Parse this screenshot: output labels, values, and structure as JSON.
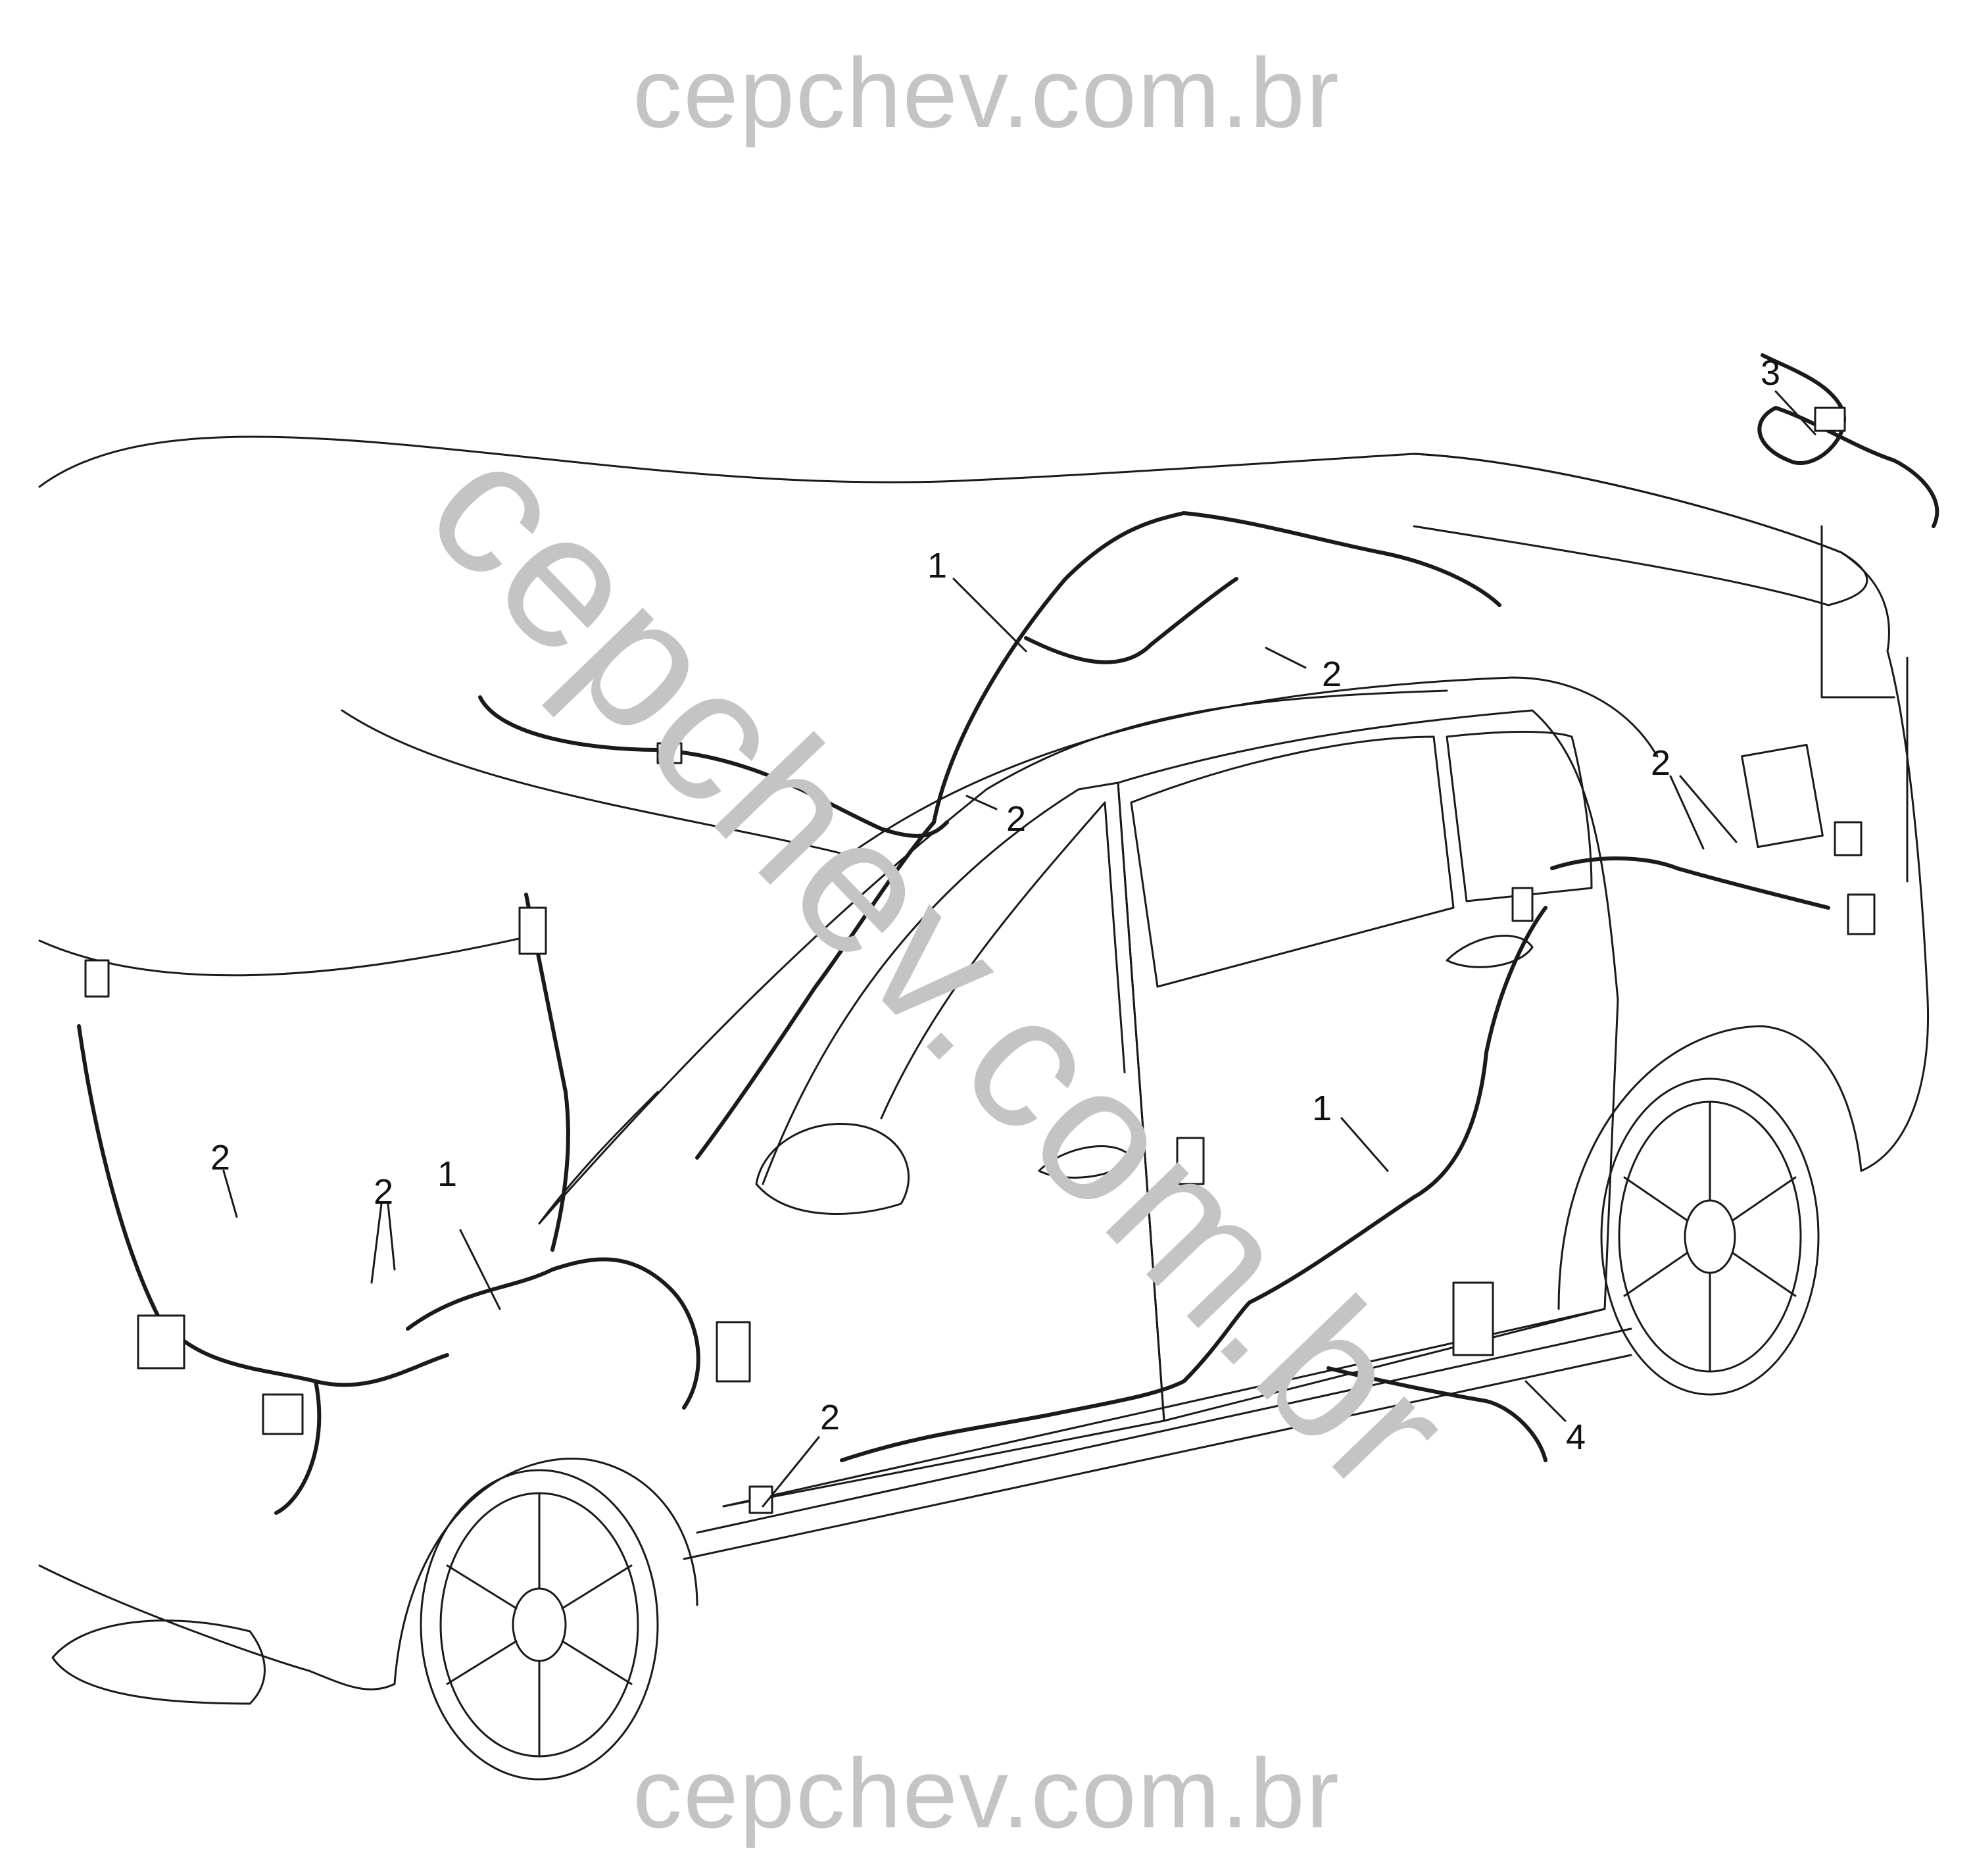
{
  "watermark": {
    "top": "cepchev.com.br",
    "diagonal": "cepchev.com.br",
    "bottom": "cepchev.com.br"
  },
  "callouts": {
    "a": "1",
    "b": "1",
    "c": "1",
    "d": "2",
    "e": "2",
    "f": "2",
    "g": "2",
    "h": "2",
    "i": "2",
    "j": "3",
    "k": "4"
  },
  "colors": {
    "line": "#1a1a1a",
    "watermark": "#c4c4c4",
    "background": "#ffffff"
  }
}
